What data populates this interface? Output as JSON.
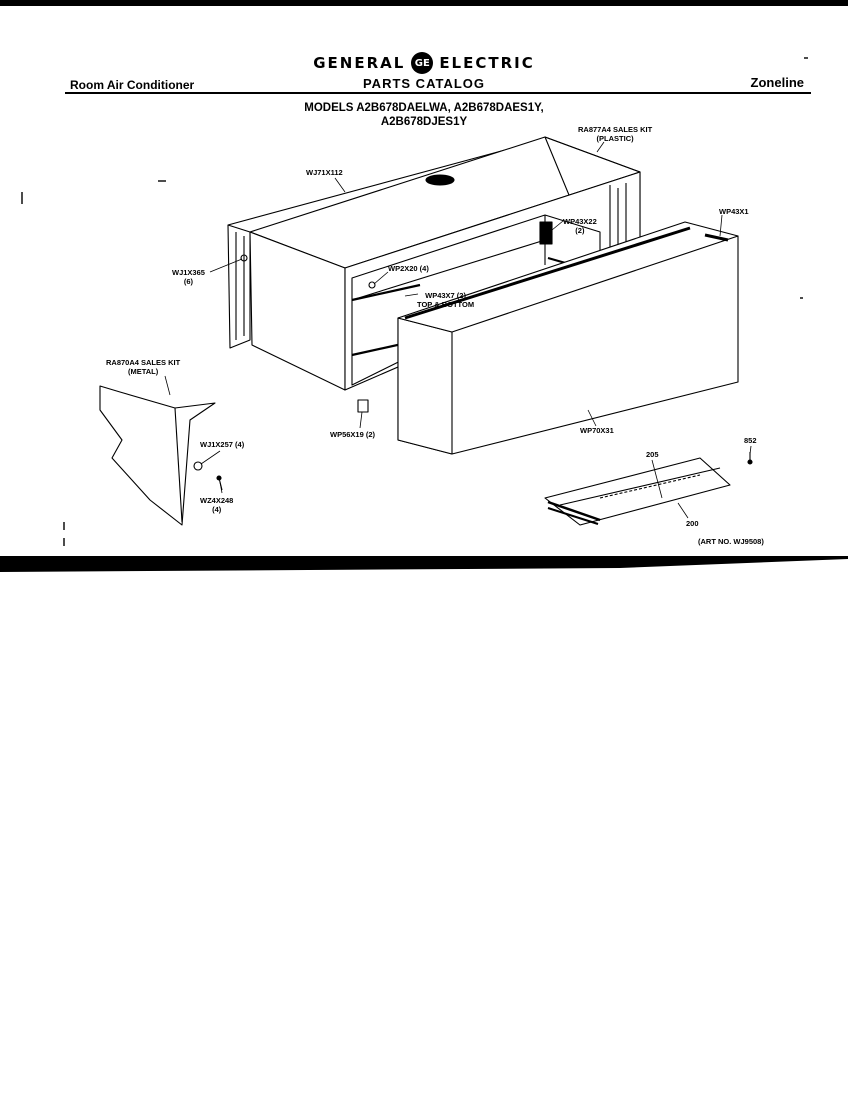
{
  "header": {
    "brand_left": "GENERAL",
    "brand_right": "ELECTRIC",
    "logo_text": "GE",
    "catalog": "PARTS CATALOG",
    "product": "Room Air Conditioner",
    "brand_line": "Zoneline"
  },
  "models": {
    "line1": "MODELS A2B678DAELWA, A2B678DAES1Y,",
    "line2": "A2B678DJES1Y"
  },
  "callouts": {
    "wj71x112": "WJ71X112",
    "ra877a4_1": "RA877A4 SALES KIT",
    "ra877a4_2": "(PLASTIC)",
    "wp43x22_1": "WP43X22",
    "wp43x22_2": "(2)",
    "wp43x1": "WP43X1",
    "wj1x365_1": "WJ1X365",
    "wj1x365_2": "(6)",
    "wp2x20": "WP2X20 (4)",
    "wp43x7_1": "WP43X7 (2)",
    "wp43x7_2": "TOP & BOTTOM",
    "ra870a4_1": "RA870A4 SALES KIT",
    "ra870a4_2": "(METAL)",
    "wp56x19": "WP56X19 (2)",
    "wp70x31": "WP70X31",
    "wj1x257": "WJ1X257 (4)",
    "wz4x248_1": "WZ4X248",
    "wz4x248_2": "(4)",
    "n852": "852",
    "n205": "205",
    "n200": "200",
    "art_no": "(ART NO. WJ9508)"
  }
}
